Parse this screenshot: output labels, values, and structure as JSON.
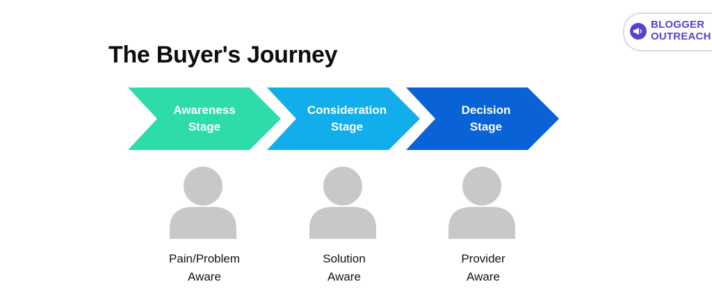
{
  "title": "The Buyer's Journey",
  "logo": {
    "line1": "BLOGGER",
    "line2": "OUTREACH",
    "brand_color": "#5b3fd1"
  },
  "stages": [
    {
      "line1": "Awareness",
      "line2": "Stage",
      "color": "#2ddcaa"
    },
    {
      "line1": "Consideration",
      "line2": "Stage",
      "color": "#12aeec"
    },
    {
      "line1": "Decision",
      "line2": "Stage",
      "color": "#0a63d6"
    }
  ],
  "personas": [
    {
      "line1": "Pain/Problem",
      "line2": "Aware",
      "icon": "person-icon"
    },
    {
      "line1": "Solution",
      "line2": "Aware",
      "icon": "person-icon"
    },
    {
      "line1": "Provider",
      "line2": "Aware",
      "icon": "person-icon"
    }
  ],
  "persona_color": "#c8c8c8"
}
